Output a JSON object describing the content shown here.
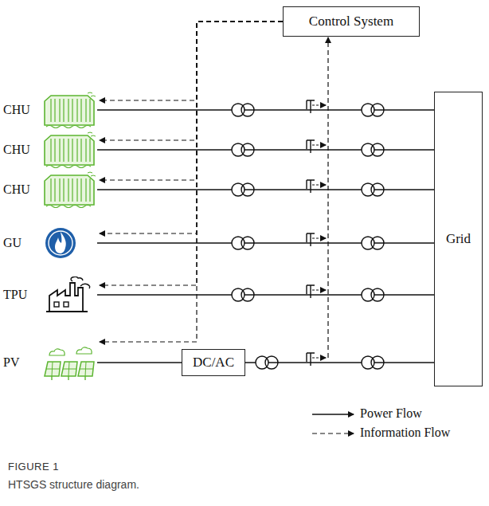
{
  "diagram": {
    "caption": "HTSGS structure diagram.",
    "nodes": [
      {
        "text": [
          "Control System"
        ]
      },
      {
        "text": [
          "Grid"
        ]
      },
      {
        "text": [
          "CHU"
        ]
      },
      {
        "text": [
          "CHU"
        ]
      },
      {
        "text": [
          "CHU"
        ]
      },
      {
        "text": [
          "GU"
        ]
      },
      {
        "text": [
          "TPU"
        ]
      },
      {
        "text": [
          "PV"
        ]
      },
      {
        "text": [
          "DC/AC"
        ]
      }
    ],
    "edges": [
      {
        "from": 2,
        "to": 1,
        "arrow": "none"
      },
      {
        "from": 3,
        "to": 1,
        "arrow": "none"
      },
      {
        "from": 4,
        "to": 1,
        "arrow": "none"
      },
      {
        "from": 5,
        "to": 1,
        "arrow": "none"
      },
      {
        "from": 6,
        "to": 1,
        "arrow": "none"
      },
      {
        "from": 7,
        "to": 8,
        "arrow": "none"
      },
      {
        "from": 8,
        "to": 1,
        "arrow": "none"
      },
      {
        "from": 0,
        "to": 2,
        "arrow": "to"
      },
      {
        "from": 0,
        "to": 3,
        "arrow": "to"
      },
      {
        "from": 0,
        "to": 4,
        "arrow": "to"
      },
      {
        "from": 0,
        "to": 5,
        "arrow": "to"
      },
      {
        "from": 0,
        "to": 6,
        "arrow": "to"
      },
      {
        "from": 0,
        "to": 7,
        "arrow": "to"
      }
    ],
    "labels": [
      "FIGURE 1"
    ],
    "legend": [
      {
        "text": "Power Flow"
      },
      {
        "text": "Information Flow"
      }
    ]
  }
}
